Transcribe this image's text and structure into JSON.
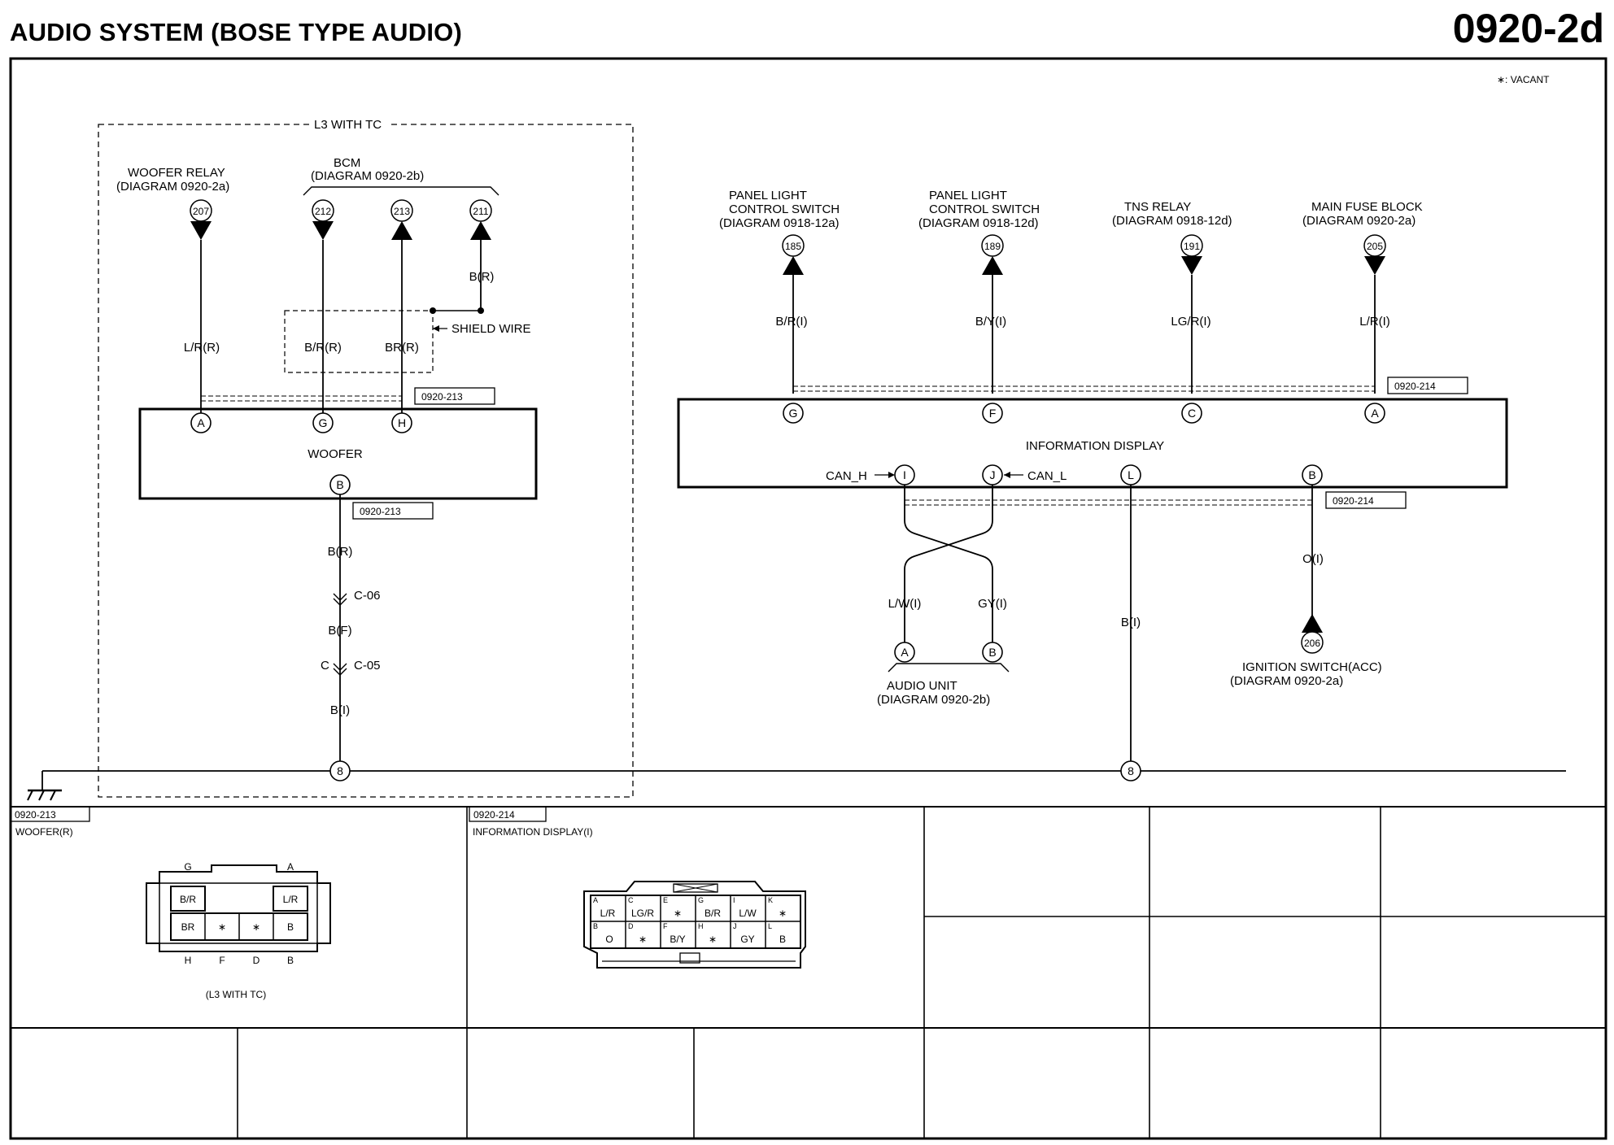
{
  "header": {
    "title": "AUDIO SYSTEM (BOSE TYPE AUDIO)",
    "page": "0920-2d"
  },
  "legend": {
    "vacant": "∗: VACANT"
  },
  "group": {
    "label": "L3 WITH TC"
  },
  "woofer_relay": {
    "line1": "WOOFER RELAY",
    "line2": "(DIAGRAM 0920-2a)",
    "ref": "207"
  },
  "bcm": {
    "line1": "BCM",
    "line2": "(DIAGRAM 0920-2b)",
    "refs": [
      "212",
      "213",
      "211"
    ]
  },
  "shield": {
    "label": "SHIELD WIRE"
  },
  "woofer": {
    "name": "WOOFER",
    "connector": "0920-213",
    "connector2": "0920-213",
    "wires": {
      "a": "L/R(R)",
      "g": "B/R(R)",
      "h": "BR(R)",
      "shield": "B(R)"
    },
    "pins": [
      "A",
      "G",
      "H",
      "B"
    ],
    "ground_path": {
      "w1": "B(R)",
      "j1": "C-06",
      "w2": "B(F)",
      "j2": "C-05",
      "j2_prefix": "C",
      "w3": "B(I)"
    }
  },
  "info_display": {
    "name": "INFORMATION DISPLAY",
    "connector": "0920-214",
    "connector2": "0920-214",
    "pins_top": [
      "G",
      "F",
      "C",
      "A"
    ],
    "pins_bottom": [
      "I",
      "J",
      "L",
      "B"
    ],
    "can_h": "CAN_H",
    "can_l": "CAN_L"
  },
  "sources": [
    {
      "line1": "PANEL LIGHT",
      "line2": "CONTROL SWITCH",
      "line3": "(DIAGRAM 0918-12a)",
      "ref": "185",
      "wire": "B/R(I)"
    },
    {
      "line1": "PANEL LIGHT",
      "line2": "CONTROL SWITCH",
      "line3": "(DIAGRAM 0918-12d)",
      "ref": "189",
      "wire": "B/Y(I)"
    },
    {
      "line1": "TNS RELAY",
      "line2": "(DIAGRAM 0918-12d)",
      "ref": "191",
      "wire": "LG/R(I)"
    },
    {
      "line1": "MAIN FUSE BLOCK",
      "line2": "(DIAGRAM 0920-2a)",
      "ref": "205",
      "wire": "L/R(I)"
    }
  ],
  "audio_unit": {
    "line1": "AUDIO UNIT",
    "line2": "(DIAGRAM 0920-2b)",
    "wire_a": "L/W(I)",
    "wire_b": "GY(I)",
    "pins": [
      "A",
      "B"
    ]
  },
  "ignition": {
    "line1": "IGNITION SWITCH(ACC)",
    "line2": "(DIAGRAM 0920-2a)",
    "ref": "206",
    "wire": "O(I)"
  },
  "ground_wire_l": "B(I)",
  "ground_node": "8",
  "connectors": {
    "woofer": {
      "code": "0920-213",
      "title": "WOOFER(R)",
      "note": "(L3 WITH TC)",
      "top_letters": [
        "G",
        "A"
      ],
      "bottom_letters": [
        "H",
        "F",
        "D",
        "B"
      ],
      "top_row": [
        "B/R",
        "",
        "L/R"
      ],
      "bottom_row": [
        "BR",
        "∗",
        "∗",
        "B"
      ]
    },
    "info": {
      "code": "0920-214",
      "title": "INFORMATION DISPLAY(I)",
      "top_row": [
        {
          "pin": "A",
          "v": "L/R"
        },
        {
          "pin": "C",
          "v": "LG/R"
        },
        {
          "pin": "E",
          "v": "∗"
        },
        {
          "pin": "G",
          "v": "B/R"
        },
        {
          "pin": "I",
          "v": "L/W"
        },
        {
          "pin": "K",
          "v": "∗"
        }
      ],
      "bottom_row": [
        {
          "pin": "B",
          "v": "O"
        },
        {
          "pin": "D",
          "v": "∗"
        },
        {
          "pin": "F",
          "v": "B/Y"
        },
        {
          "pin": "H",
          "v": "∗"
        },
        {
          "pin": "J",
          "v": "GY"
        },
        {
          "pin": "L",
          "v": "B"
        }
      ]
    }
  }
}
